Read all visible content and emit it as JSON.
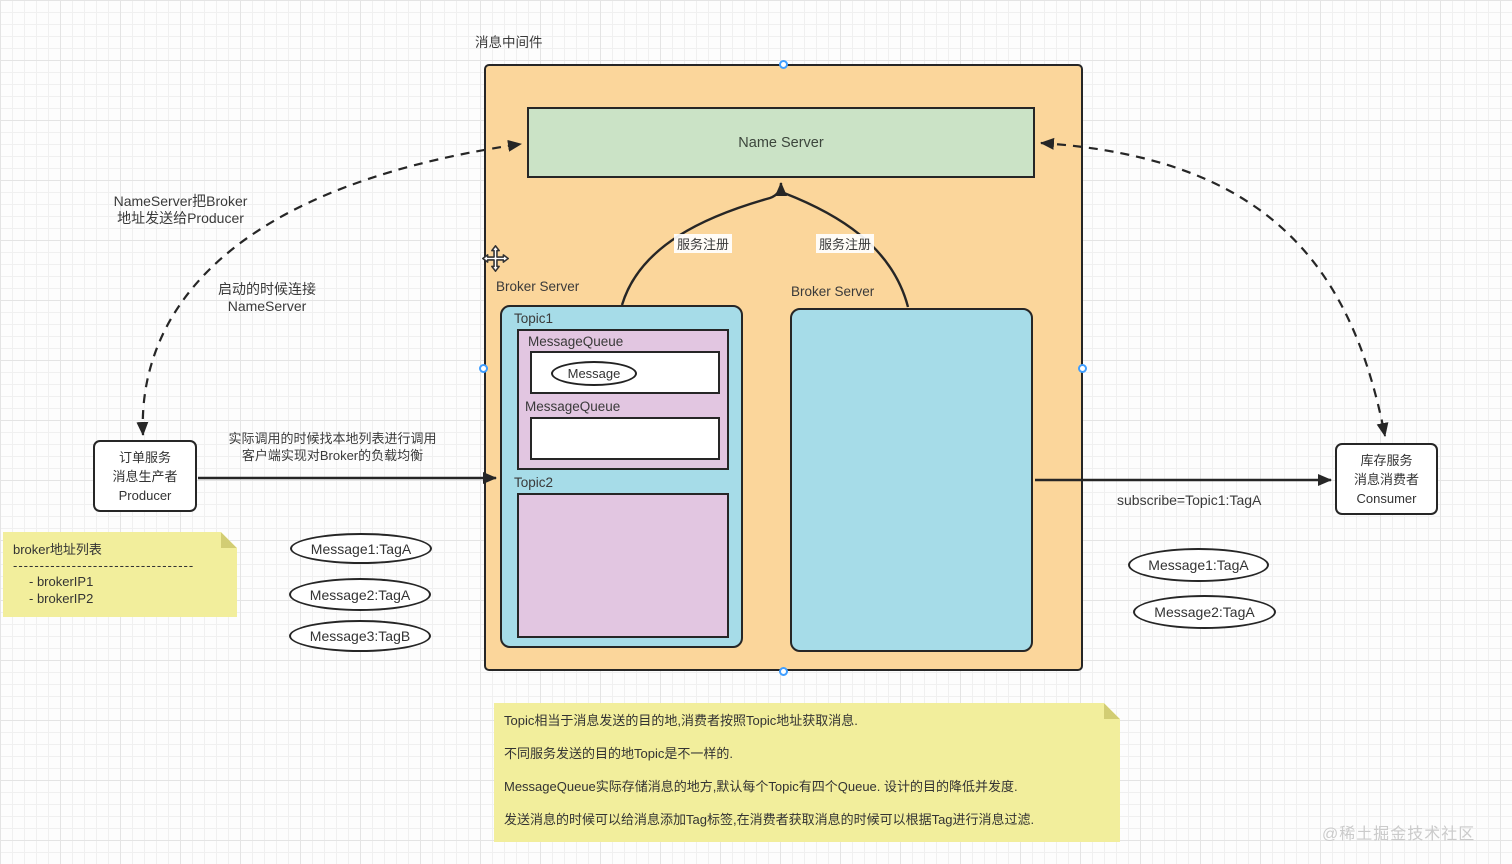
{
  "title": "消息中间件",
  "name_server": {
    "label": "Name Server"
  },
  "brokers": {
    "left_label": "Broker Server",
    "right_label": "Broker Server"
  },
  "topics": {
    "topic1": "Topic1",
    "topic2": "Topic2",
    "message_queue": "MessageQueue",
    "message": "Message"
  },
  "producer": {
    "lines": [
      "订单服务",
      "消息生产者",
      "Producer"
    ]
  },
  "consumer": {
    "lines": [
      "库存服务",
      "消息消费者",
      "Consumer"
    ]
  },
  "edge_labels": {
    "nameserver_to_producer_1": "NameServer把Broker",
    "nameserver_to_producer_2": "地址发送给Producer",
    "startup_connect_1": "启动的时候连接",
    "startup_connect_2": "NameServer",
    "service_register_left": "服务注册",
    "service_register_right": "服务注册",
    "invoke_1": "实际调用的时候找本地列表进行调用",
    "invoke_2": "客户端实现对Broker的负载均衡",
    "subscribe": "subscribe=Topic1:TagA"
  },
  "producer_messages": [
    "Message1:TagA",
    "Message2:TagA",
    "Message3:TagB"
  ],
  "consumer_messages": [
    "Message1:TagA",
    "Message2:TagA"
  ],
  "broker_note": {
    "title": "broker地址列表",
    "separator": "----------------------------------",
    "items": [
      "- brokerIP1",
      "- brokerIP2"
    ]
  },
  "bottom_note": {
    "lines": [
      "Topic相当于消息发送的目的地,消费者按照Topic地址获取消息.",
      "不同服务发送的目的地Topic是不一样的.",
      "MessageQueue实际存储消息的地方,默认每个Topic有四个Queue. 设计的目的降低并发度.",
      "发送消息的时候可以给消息添加Tag标签,在消费者获取消息的时候可以根据Tag进行消息过滤."
    ]
  },
  "watermark": "@稀土掘金技术社区",
  "colors": {
    "orange_fill": "#fbd69b",
    "green_fill": "#cbe3c6",
    "cyan_fill": "#a6dce8",
    "pink_fill": "#e2c6e1",
    "note_fill": "#f2ee9c",
    "note_fold": "#d2cd74",
    "line": "#262626",
    "handle": "#3f9eff",
    "watermark": "#cbcbcb",
    "text": "#333333"
  }
}
